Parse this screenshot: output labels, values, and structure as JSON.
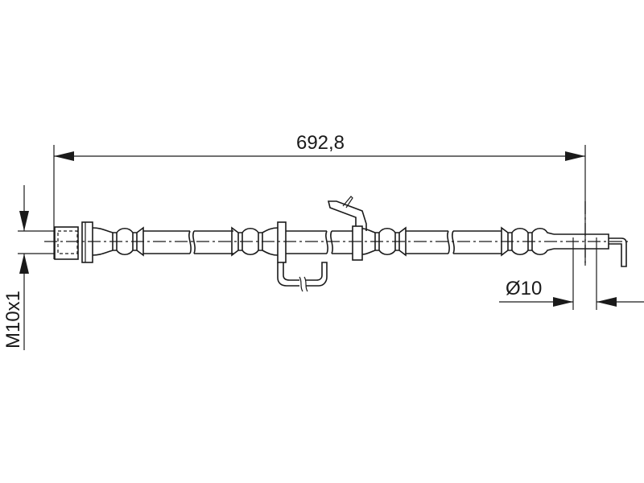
{
  "drawing": {
    "length_dimension": "692,8",
    "thread_dimension": "M10x1",
    "diameter_dimension": "Ø10",
    "colors": {
      "line": "#1a1a1a",
      "background": "#ffffff"
    }
  }
}
